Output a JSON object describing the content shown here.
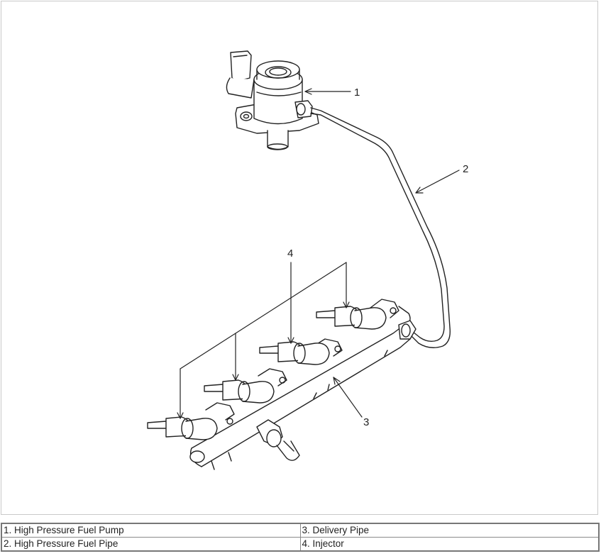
{
  "diagram": {
    "callouts": [
      "1",
      "2",
      "3",
      "4"
    ]
  },
  "legend": {
    "rows": [
      {
        "left": "1. High Pressure Fuel Pump",
        "right": "3. Delivery Pipe"
      },
      {
        "left": "2. High Pressure Fuel Pipe",
        "right": "4. Injector"
      }
    ]
  }
}
